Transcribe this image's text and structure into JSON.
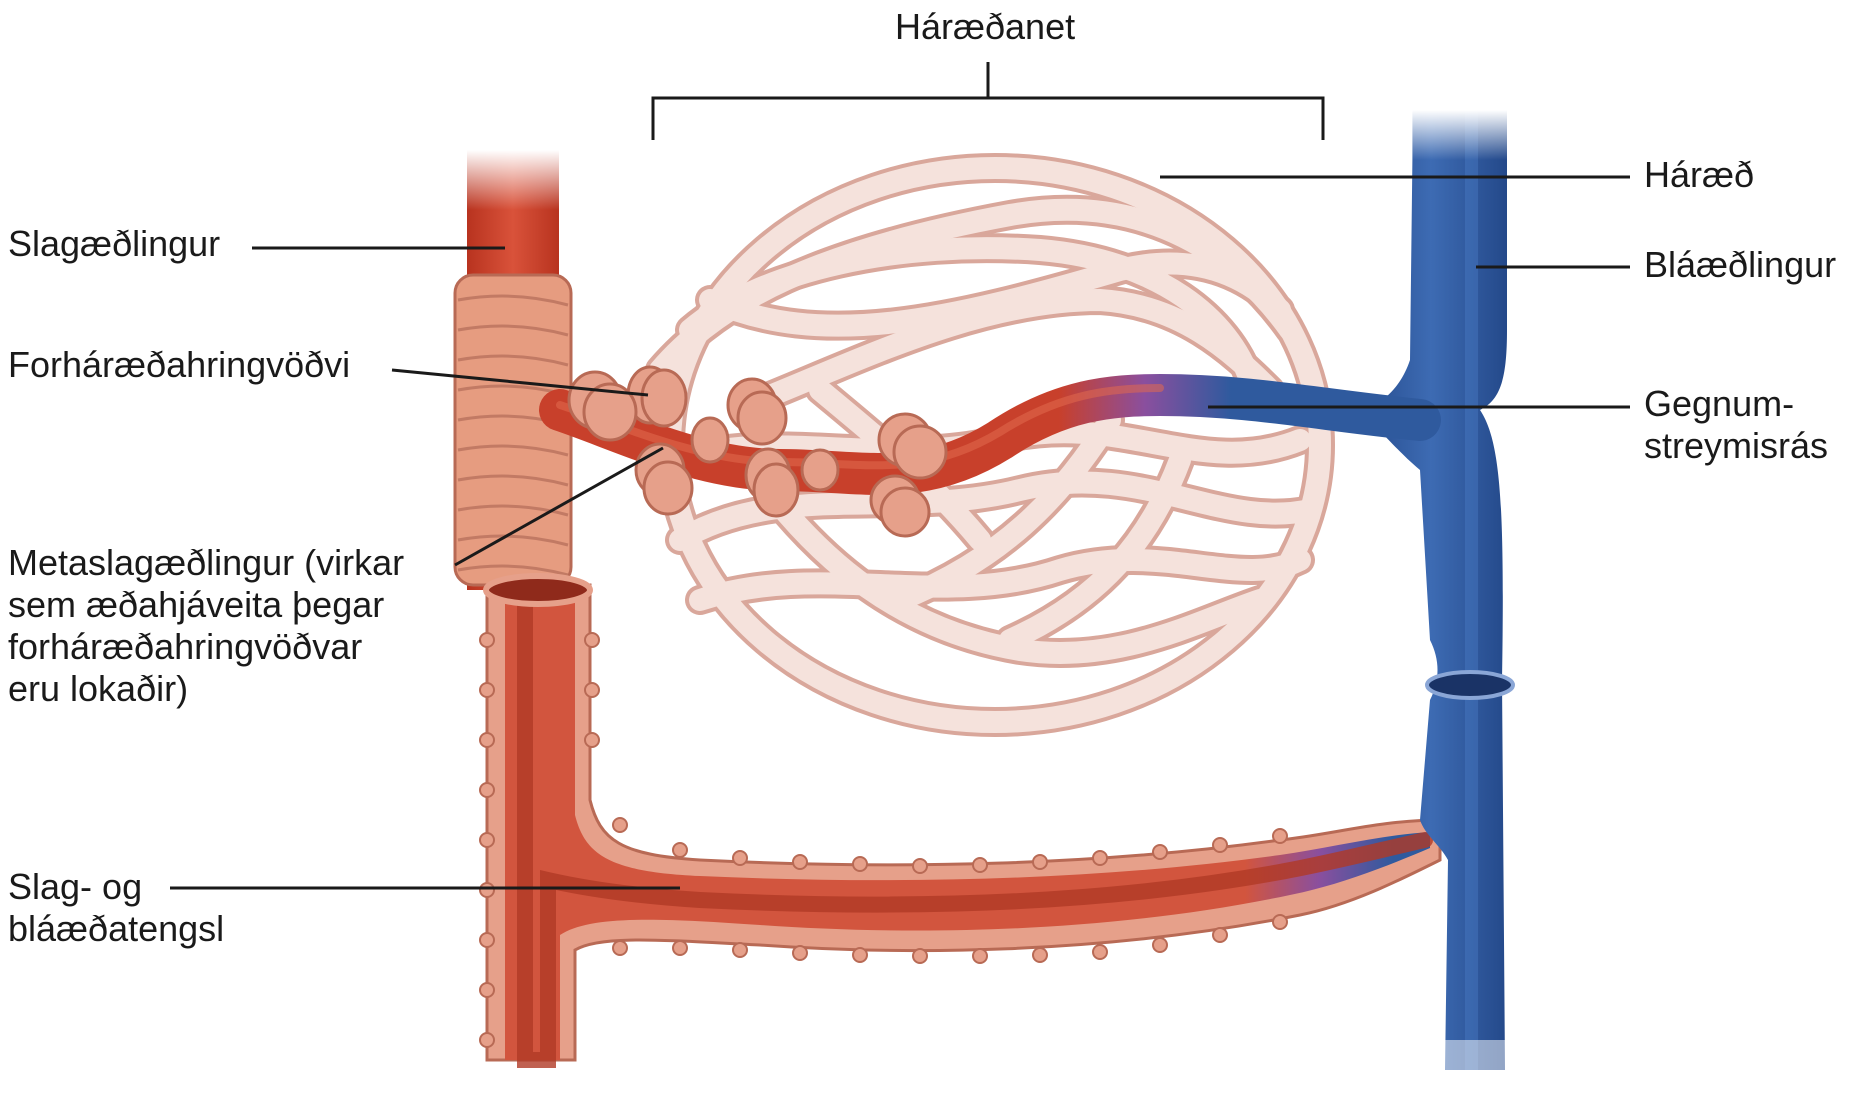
{
  "labels": {
    "capillary_bed": "Háræðanet",
    "capillary": "Háræð",
    "venule": "Bláæðlingur",
    "thoroughfare_channel": [
      "Gegnum-",
      "streymisrás"
    ],
    "arteriole": "Slagæðlingur",
    "precapillary_sphincter": "Forháræðahringvöðvi",
    "metarteriole": [
      "Metaslagæðlingur (virkar",
      "sem æðahjáveita þegar",
      "forháræðahringvöðvar",
      "eru lokaðir)"
    ],
    "anastomosis": [
      "Slag- og",
      "bláæðatengsl"
    ]
  },
  "colors": {
    "artery": "#c8402b",
    "artery_light": "#e26a4f",
    "artery_wall": "#e69c80",
    "capillary": "#f3dcd5",
    "capillary_edge": "#d9a79b",
    "vein": "#2f5a9e",
    "vein_dark": "#1f3f7a",
    "transition": "#8a4f9e",
    "leader": "#1a1a1a"
  }
}
